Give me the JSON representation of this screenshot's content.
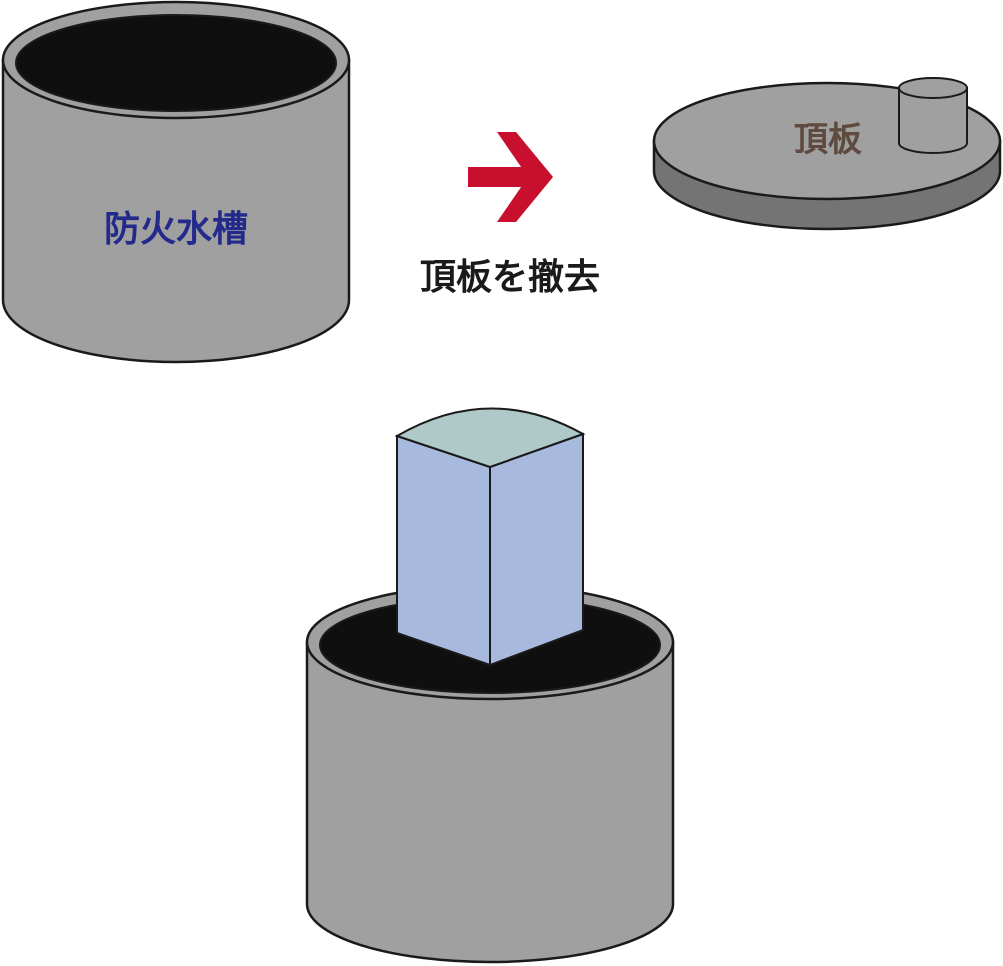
{
  "labels": {
    "tank": "防火水槽",
    "top_slab": "頂板",
    "action": "頂板を撤去"
  },
  "colors": {
    "tank_body": "#a0a0a0",
    "tank_interior": "#0f0f0f",
    "outline": "#1a1a1a",
    "slab_side": "#747474",
    "arrow": "#c8102e",
    "tank_label": "#232a8c",
    "slab_label": "#5e4a3e",
    "action_label": "#1a1a1a",
    "block_front": "#a8b9de",
    "block_top": "#aec9c8"
  }
}
